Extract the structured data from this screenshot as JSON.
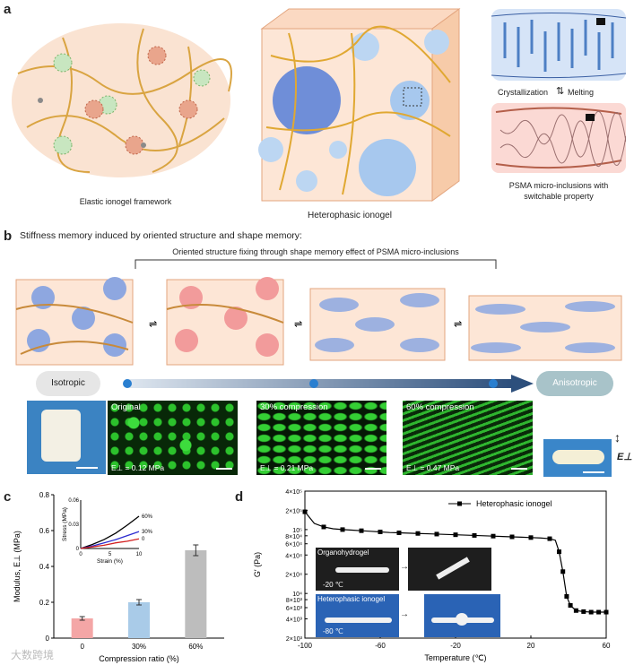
{
  "panel_a": {
    "letter": "a",
    "framework_caption": "Elastic ionogel framework",
    "cube_caption": "Heterophasic ionogel",
    "crystallization": "Crystallization",
    "melting": "Melting",
    "inclusions_caption_1": "PSMA micro-inclusions with",
    "inclusions_caption_2": "switchable property"
  },
  "panel_b": {
    "letter": "b",
    "title": "Stiffness memory induced by oriented structure and shape memory:",
    "bracket_label": "Oriented structure fixing through shape memory effect of PSMA micro-inclusions",
    "isotropic": "Isotropic",
    "anisotropic": "Anisotropic",
    "micrographs": [
      {
        "label": "Original",
        "modulus": "E⊥ = 0.12 MPa"
      },
      {
        "label": "30% compression",
        "modulus": "E⊥ = 0.21 MPa"
      },
      {
        "label": "60% compression",
        "modulus": "E⊥ = 0.47 MPa"
      }
    ],
    "e_perp": "E⊥"
  },
  "panel_c": {
    "letter": "c",
    "chart_data": {
      "type": "bar",
      "categories": [
        "0",
        "30%",
        "60%"
      ],
      "values": [
        0.11,
        0.2,
        0.49
      ],
      "errors": [
        0.01,
        0.015,
        0.03
      ],
      "colors": [
        "#f4a6a6",
        "#a9cbe8",
        "#bdbdbd"
      ],
      "xlabel": "Compression ratio (%)",
      "ylabel": "Modulus, E⊥ (MPa)",
      "ylim": [
        0,
        0.8
      ],
      "yticks": [
        "0",
        "0.2",
        "0.4",
        "0.6",
        "0.8"
      ],
      "inset": {
        "type": "line",
        "xlabel": "Strain (%)",
        "ylabel": "Stress (MPa)",
        "xticks": [
          "0",
          "5",
          "10"
        ],
        "yticks": [
          "0",
          "0.03",
          "0.06"
        ],
        "xlim": [
          0,
          10
        ],
        "ylim": [
          0,
          0.06
        ],
        "series": [
          {
            "name": "60%",
            "color": "#000000",
            "points": [
              [
                0,
                0
              ],
              [
                2,
                0.005
              ],
              [
                4,
                0.011
              ],
              [
                6,
                0.019
              ],
              [
                8,
                0.029
              ],
              [
                10,
                0.04
              ]
            ]
          },
          {
            "name": "30%",
            "color": "#2b2bd0",
            "points": [
              [
                0,
                0
              ],
              [
                2,
                0.003
              ],
              [
                4,
                0.007
              ],
              [
                6,
                0.011
              ],
              [
                8,
                0.016
              ],
              [
                10,
                0.021
              ]
            ]
          },
          {
            "name": "0",
            "color": "#d22020",
            "points": [
              [
                0,
                0
              ],
              [
                2,
                0.002
              ],
              [
                4,
                0.004
              ],
              [
                6,
                0.007
              ],
              [
                8,
                0.009
              ],
              [
                10,
                0.012
              ]
            ]
          }
        ]
      }
    }
  },
  "panel_d": {
    "letter": "d",
    "chart_data": {
      "type": "line",
      "series": [
        {
          "name": "Heterophasic ionogel",
          "color": "#000000",
          "points": [
            [
              -100,
              190000
            ],
            [
              -95,
              125000
            ],
            [
              -90,
              110000
            ],
            [
              -85,
              103000
            ],
            [
              -80,
              100000
            ],
            [
              -75,
              98000
            ],
            [
              -70,
              96000
            ],
            [
              -65,
              94000
            ],
            [
              -60,
              92000
            ],
            [
              -55,
              90000
            ],
            [
              -50,
              89000
            ],
            [
              -45,
              88000
            ],
            [
              -40,
              87000
            ],
            [
              -35,
              86000
            ],
            [
              -30,
              85000
            ],
            [
              -25,
              84000
            ],
            [
              -20,
              83000
            ],
            [
              -15,
              82000
            ],
            [
              -10,
              81000
            ],
            [
              -5,
              80000
            ],
            [
              0,
              79000
            ],
            [
              5,
              78000
            ],
            [
              10,
              77000
            ],
            [
              15,
              76000
            ],
            [
              20,
              75000
            ],
            [
              25,
              74000
            ],
            [
              30,
              72000
            ],
            [
              33,
              68000
            ],
            [
              35,
              45000
            ],
            [
              37,
              22000
            ],
            [
              39,
              9000
            ],
            [
              41,
              6500
            ],
            [
              44,
              5400
            ],
            [
              48,
              5200
            ],
            [
              52,
              5100
            ],
            [
              56,
              5100
            ],
            [
              60,
              5100
            ]
          ]
        }
      ],
      "xlabel": "Temperature (℃)",
      "ylabel": "G′ (Pa)",
      "xlim": [
        -100,
        60
      ],
      "ylim": [
        2000,
        400000
      ],
      "yscale": "log",
      "xticks": [
        "-100",
        "-60",
        "-20",
        "20",
        "60"
      ],
      "yticks": [
        "2×10³",
        "4×10³",
        "6×10³",
        "8×10³",
        "10⁴",
        "2×10⁴",
        "4×10⁴",
        "6×10⁴",
        "8×10⁴",
        "10⁵",
        "2×10⁵",
        "4×10⁵"
      ]
    },
    "organohydrogel": "Organohydrogel",
    "organo_temp": "-20 ℃",
    "heterophasic_photo": "Heterophasic ionogel",
    "hetero_temp": "-80 ℃"
  },
  "watermark": "大数跨境"
}
